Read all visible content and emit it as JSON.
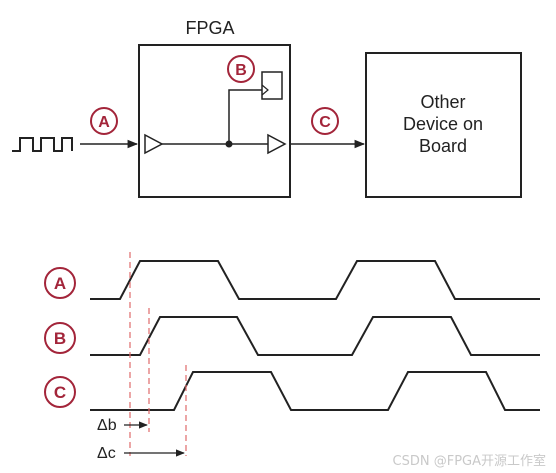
{
  "fpga_block": {
    "title": "FPGA"
  },
  "other_device": {
    "line1": "Other",
    "line2": "Device on",
    "line3": "Board"
  },
  "markers": {
    "a": "A",
    "b": "B",
    "c": "C"
  },
  "delays": {
    "b": "Δb",
    "c": "Δc"
  },
  "watermark": {
    "text": "CSDN @FPGA开源工作室"
  },
  "colors": {
    "accent": "#a3253a",
    "line": "#222222"
  }
}
